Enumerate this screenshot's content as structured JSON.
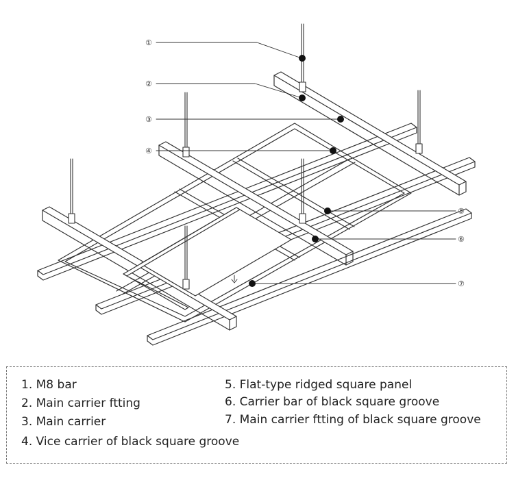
{
  "callouts": [
    "①",
    "②",
    "③",
    "④",
    "⑤",
    "⑥",
    "⑦"
  ],
  "legend": {
    "items": [
      {
        "num": "1.",
        "text": "M8 bar"
      },
      {
        "num": "2.",
        "text": "Main carrier ftting"
      },
      {
        "num": "3.",
        "text": "Main carrier"
      },
      {
        "num": "4.",
        "text": "Vice carrier of black square groove"
      },
      {
        "num": "5.",
        "text": "Flat-type ridged square panel"
      },
      {
        "num": "6.",
        "text": "Carrier bar of black square groove"
      },
      {
        "num": "7.",
        "text": "Main carrier ftting of black square groove"
      }
    ]
  },
  "colors": {
    "line": "#333333",
    "dash": "#777777"
  },
  "icons": {
    "arrow": "down-arrow-icon"
  }
}
